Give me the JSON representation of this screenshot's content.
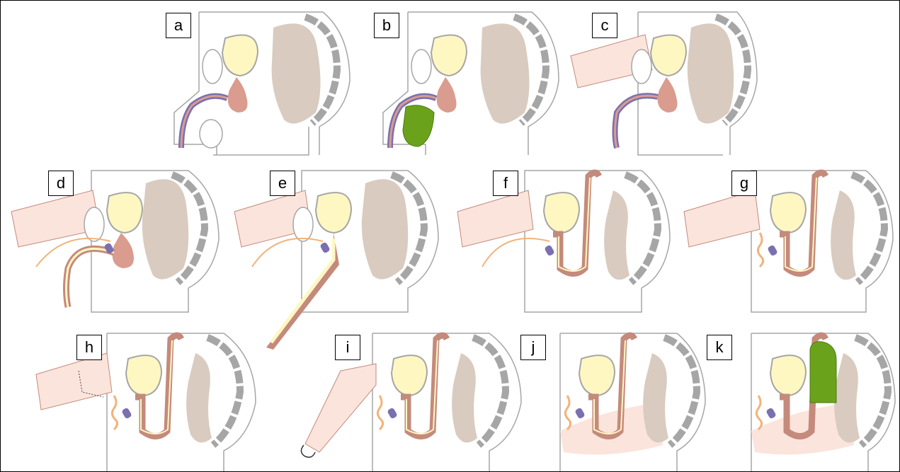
{
  "colors": {
    "outline": "#a6a6a6",
    "bladder": "#fff7c2",
    "rectum": "#d9cbbf",
    "tissue": "#d99c8e",
    "urethra_purple": "#7a70b0",
    "colon_pink": "#c48a7c",
    "skin_flap": "#fbe4dc",
    "green_tissue": "#6aa31b",
    "ureter_orange": "#f2b37a"
  },
  "panels": [
    {
      "id": "a",
      "label": "a"
    },
    {
      "id": "b",
      "label": "b"
    },
    {
      "id": "c",
      "label": "c"
    },
    {
      "id": "d",
      "label": "d"
    },
    {
      "id": "e",
      "label": "e"
    },
    {
      "id": "f",
      "label": "f"
    },
    {
      "id": "g",
      "label": "g"
    },
    {
      "id": "h",
      "label": "h"
    },
    {
      "id": "i",
      "label": "i"
    },
    {
      "id": "j",
      "label": "j"
    },
    {
      "id": "k",
      "label": "k"
    }
  ]
}
